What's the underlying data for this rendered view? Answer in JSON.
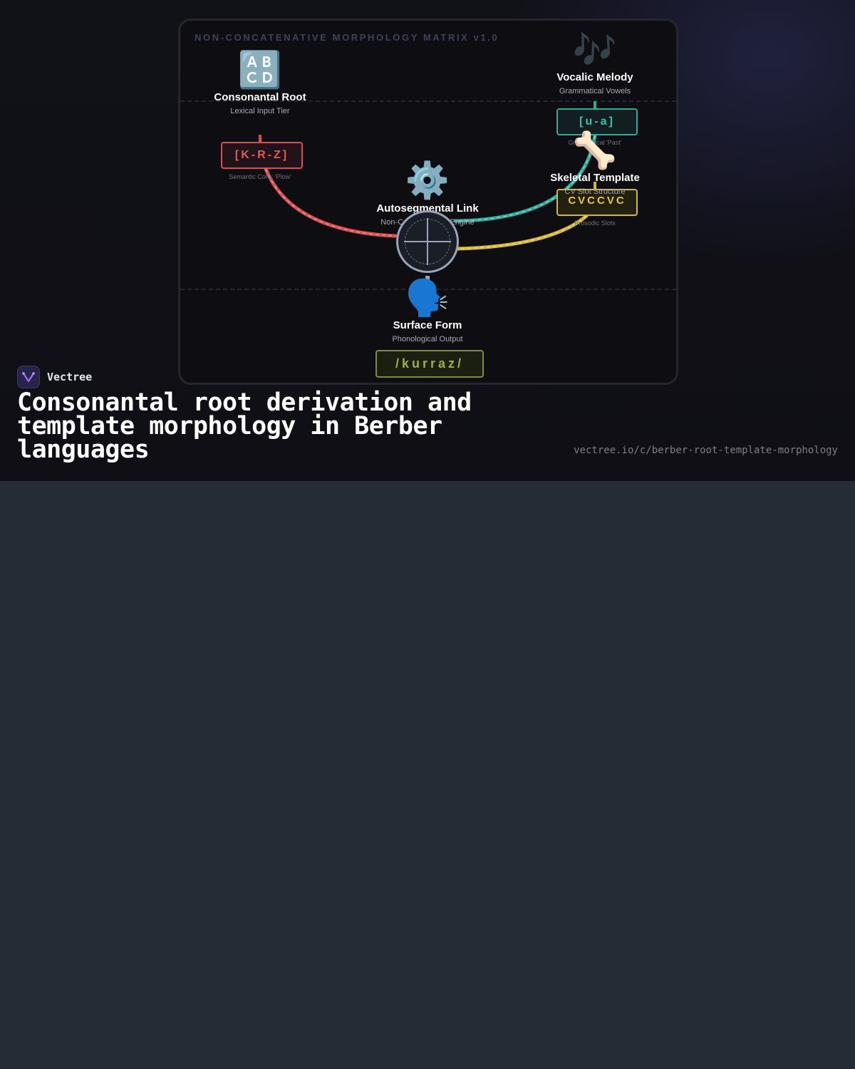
{
  "colors": {
    "root": "#d64f50",
    "vowel": "#33a99b",
    "template": "#d4b73c",
    "surface": "#7d8d3c",
    "accent": "#9ca3b8",
    "background": "#262c35",
    "hero": "#111118"
  },
  "matrix": {
    "title": "NON-CONCATENATIVE MORPHOLOGY MATRIX v1.0",
    "root": {
      "icon": "🔠",
      "icon_name": "abcd-letters-icon",
      "title": "Consonantal Root",
      "subtitle": "Lexical Input Tier",
      "value": "[K-R-Z]",
      "note": "Semantic Core: 'Plow'"
    },
    "vowel": {
      "icon": "🎶",
      "icon_name": "musical-notes-icon",
      "title": "Vocalic Melody",
      "subtitle": "Grammatical Vowels",
      "value": "[u-a]",
      "note": "Grammatical 'Past'"
    },
    "template": {
      "icon": "🦴",
      "icon_name": "bone-icon",
      "title": "Skeletal Template",
      "subtitle": "CV Slot Structure",
      "value": "CVCCVC",
      "note": "Prosodic Slots"
    },
    "engine": {
      "icon": "⚙️",
      "icon_name": "gear-icon",
      "title": "Autosegmental Link",
      "subtitle": "Non-Concatenative Engine"
    },
    "surface": {
      "icon": "🗣️",
      "icon_name": "speaking-head-icon",
      "title": "Surface Form",
      "subtitle": "Phonological Output",
      "value": "/kurraz/"
    }
  },
  "footer": {
    "brand": "Vectree",
    "headline": "Consonantal root derivation and template morphology in Berber languages",
    "url": "vectree.io/c/berber-root-template-morphology"
  }
}
